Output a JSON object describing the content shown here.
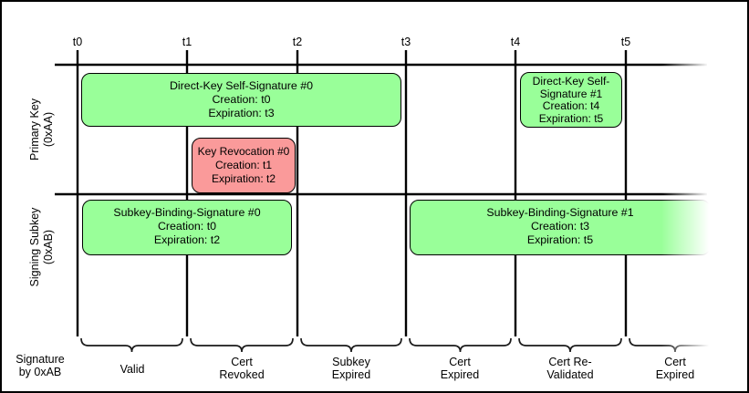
{
  "timeline": {
    "ticks": [
      "t0",
      "t1",
      "t2",
      "t3",
      "t4",
      "t5"
    ]
  },
  "rows": {
    "primary": {
      "label": "Primary Key\n(0xAA)"
    },
    "subkey": {
      "label": "Signing Subkey\n(0xAB)"
    }
  },
  "boxes": {
    "dk0": {
      "title": "Direct-Key Self-Signature #0",
      "creation": "Creation: t0",
      "expiration": "Expiration: t3"
    },
    "rev0": {
      "title": "Key Revocation #0",
      "creation": "Creation: t1",
      "expiration": "Expiration: t2"
    },
    "dk1": {
      "title": "Direct-Key Self-\nSignature #1",
      "creation": "Creation: t4",
      "expiration": "Expiration: t5"
    },
    "sb0": {
      "title": "Subkey-Binding-Signature #0",
      "creation": "Creation: t0",
      "expiration": "Expiration: t2"
    },
    "sb1": {
      "title": "Subkey-Binding-Signature #1",
      "creation": "Creation: t3",
      "expiration": "Expiration: t5"
    }
  },
  "legend": {
    "axis_caption": "Signature\nby 0xAB"
  },
  "phases": [
    {
      "label": "Valid"
    },
    {
      "label": "Cert\nRevoked"
    },
    {
      "label": "Subkey\nExpired"
    },
    {
      "label": "Cert\nExpired"
    },
    {
      "label": "Cert Re-\nValidated"
    },
    {
      "label": "Cert\nExpired"
    }
  ],
  "colors": {
    "valid_fill": "#99ff99",
    "revoked_fill": "#fa9a9a",
    "line": "#000000"
  }
}
